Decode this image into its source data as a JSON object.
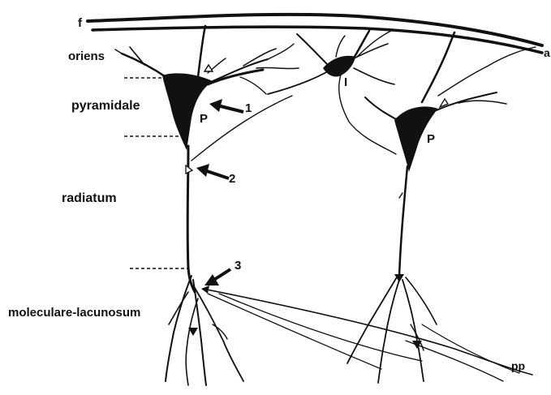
{
  "layers": {
    "oriens": "oriens",
    "pyramidale": "pyramidale",
    "radiatum": "radiatum",
    "lacunosum": "moleculare-lacunosum"
  },
  "cells": {
    "pyramidal_left": "P",
    "pyramidal_right": "P",
    "interneuron": "I"
  },
  "fibers": {
    "fimbria": "f",
    "alveus": "a",
    "perforant_path": "pp"
  },
  "arrows": {
    "arrow1": "1",
    "arrow2": "2",
    "arrow3": "3"
  },
  "colors": {
    "ink": "#111111",
    "background": "#ffffff"
  }
}
